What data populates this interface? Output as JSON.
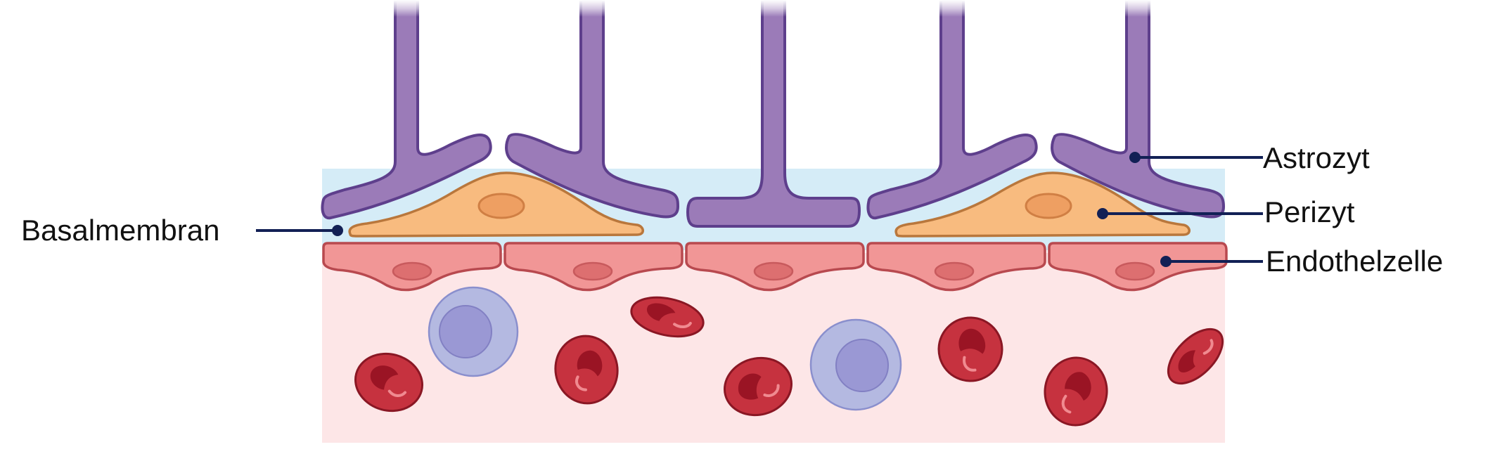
{
  "labels": {
    "astrozyt": "Astrozyt",
    "perizyt": "Perizyt",
    "endothelzelle": "Endothelzelle",
    "basalmembran": "Basalmembran"
  },
  "colors": {
    "astrocyte": "#9b7bb8",
    "astrocyte_outline": "#5e3f8c",
    "pericyte": "#f8bb7f",
    "endothelial": "#f19696",
    "basement_membrane": "#d5ecf7",
    "vessel_lumen": "#fde6e7",
    "red_blood_cell": "#c6323f",
    "white_blood_cell": "#b4b9e1",
    "leader_line": "#122055"
  }
}
